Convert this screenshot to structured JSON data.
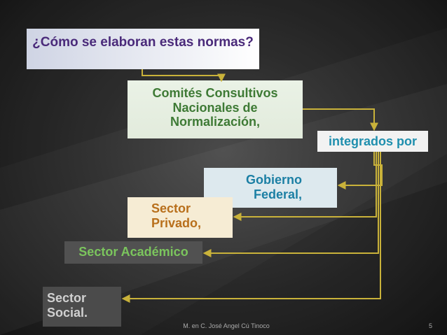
{
  "boxes": {
    "question": "¿Cómo se elaboran estas normas?",
    "comites": "Comités Consultivos Nacionales de Normalización,",
    "integrados": "integrados por",
    "gobierno": "Gobierno Federal,",
    "privado": "Sector Privado,",
    "academico": "Sector Académico",
    "social": "Sector Social."
  },
  "footer": {
    "author": "M. en C. José Angel Cú Tinoco",
    "page": "5"
  },
  "colors": {
    "connector": "#c9b23a",
    "background": "#2b2b2b"
  }
}
